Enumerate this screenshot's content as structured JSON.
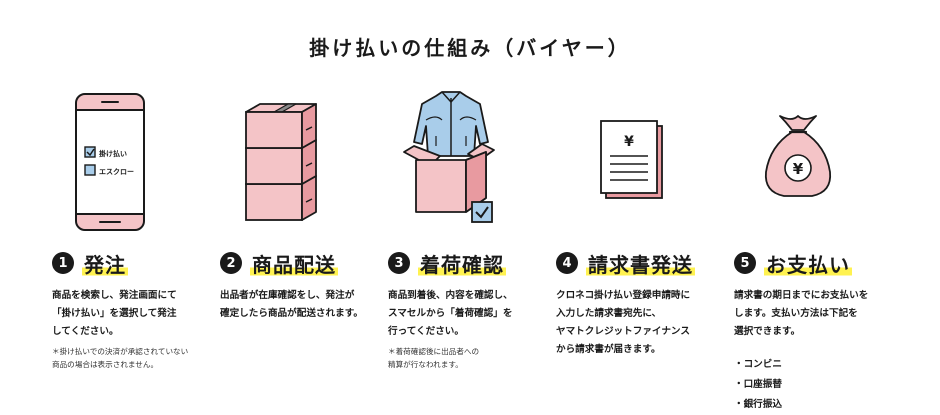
{
  "title": "掛け払いの仕組み（バイヤー）",
  "colors": {
    "ink": "#1a1a1a",
    "pink": "#f4c4c7",
    "pink_dark": "#e89aa0",
    "blue": "#a9cdea",
    "highlight": "#fff250"
  },
  "phone": {
    "option1": "掛け払い",
    "option2": "エスクロー"
  },
  "receipt": {
    "currency_mark": "¥"
  },
  "bag": {
    "currency_mark": "¥"
  },
  "steps": [
    {
      "number": "1",
      "title": "発注",
      "desc": "商品を検索し、発注画面にて\n「掛け払い」を選択して発注\nしてください。",
      "note": "＊掛け払いでの決済が承認されていない\n商品の場合は表示されません。"
    },
    {
      "number": "2",
      "title": "商品配送",
      "desc": "出品者が在庫確認をし、発注が\n確定したら商品が配送されます。"
    },
    {
      "number": "3",
      "title": "着荷確認",
      "desc": "商品到着後、内容を確認し、\nスマセルから「着荷確認」を\n行ってください。",
      "note": "＊着荷確認後に出品者への\n精算が行なわれます。"
    },
    {
      "number": "4",
      "title": "請求書発送",
      "desc": "クロネコ掛け払い登録申請時に\n入力した請求書宛先に、\nヤマトクレジットファイナンス\nから請求書が届きます。"
    },
    {
      "number": "5",
      "title": "お支払い",
      "desc": "請求書の期日までにお支払いを\nします。支払い方法は下記を\n選択できます。",
      "methods": [
        "・コンビニ",
        "・口座振替",
        "・銀行振込"
      ]
    }
  ]
}
